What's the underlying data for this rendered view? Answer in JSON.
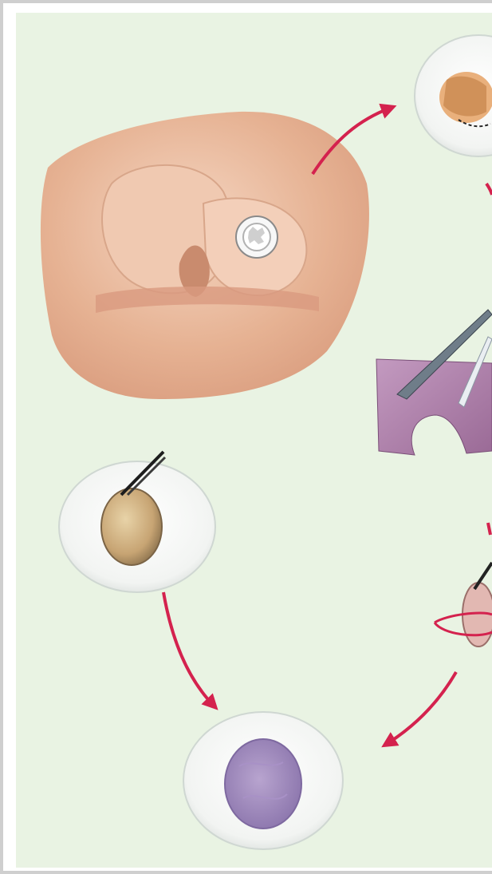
{
  "colors": {
    "background": "#e9f3e3",
    "frame": "#cfcfcf",
    "arrow": "#d4224e",
    "skin": "#e8b89c",
    "tissue": "#b07aa6",
    "graft": "#c9a97a",
    "patch": "#9b86b8",
    "instrument": "#5a6470"
  },
  "figure": {
    "panels": [
      {
        "name": "knee-defect",
        "icon": "knee-with-cartilage-defect"
      },
      {
        "name": "defect-excision",
        "icon": "excised-defect-dish"
      },
      {
        "name": "periosteum-harvest",
        "icon": "periosteal-membrane-with-scalpel"
      },
      {
        "name": "patch-trimming",
        "icon": "patch-held-with-forceps"
      },
      {
        "name": "membrane-dish",
        "icon": "membrane-in-dish"
      },
      {
        "name": "patch-dish",
        "icon": "patch-in-dish"
      }
    ]
  }
}
